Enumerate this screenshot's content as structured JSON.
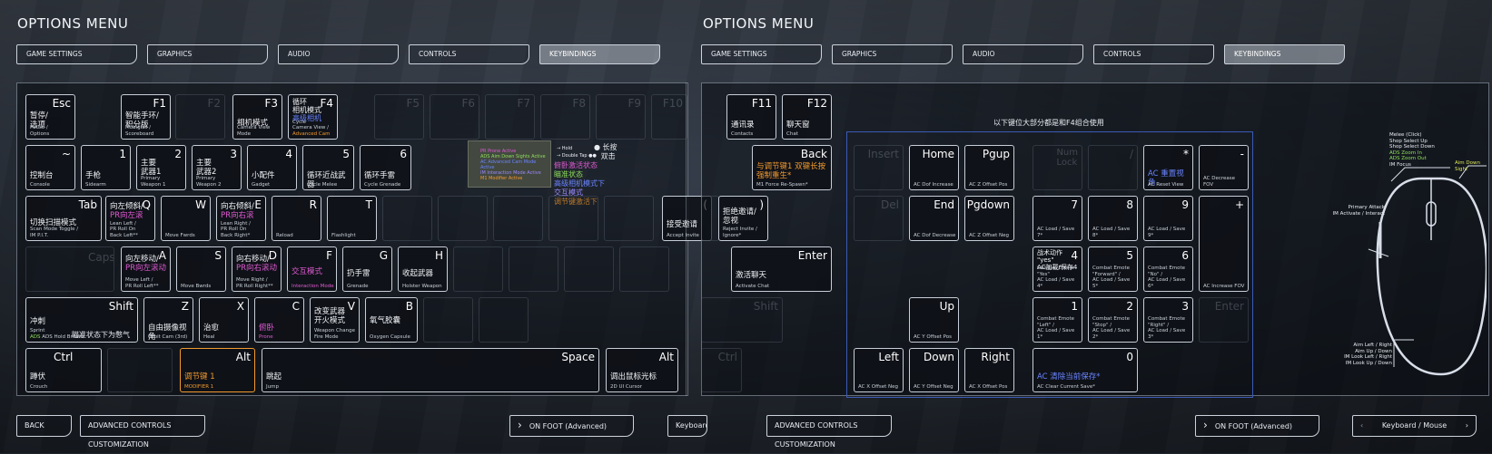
{
  "left": {
    "title": "OPTIONS MENU",
    "tabs": [
      "GAME SETTINGS",
      "GRAPHICS",
      "AUDIO",
      "CONTROLS",
      "KEYBINDINGS"
    ],
    "active_tab": "KEYBINDINGS",
    "legend": {
      "lines": [
        "PR Prone Active",
        "ADS Aim Down Sights Active",
        "AC Advanced Cam Mode Active",
        "IM Interaction Mode Active",
        "M1 Modifier Active"
      ],
      "hold": "Hold",
      "double_tap": "Double Tap",
      "hold_zh": "长按",
      "double_zh": "双击",
      "zh_lines": [
        "俯卧激活状态",
        "瞄准状态",
        "高级相机模式下",
        "交互模式",
        "调节键激活下"
      ]
    },
    "bottom": {
      "back": "BACK",
      "advanced": "ADVANCED CONTROLS CUSTOMIZATION",
      "mode": "ON FOOT (Advanced)",
      "device": "Keyboard / Mouse"
    }
  },
  "right": {
    "title": "OPTIONS MENU",
    "tabs": [
      "GAME SETTINGS",
      "GRAPHICS",
      "AUDIO",
      "CONTROLS",
      "KEYBINDINGS"
    ],
    "active_tab": "KEYBINDINGS",
    "note": "以下键位大部分都是和F4组合使用",
    "bottom": {
      "advanced": "ADVANCED CONTROLS CUSTOMIZATION",
      "mode": "ON FOOT (Advanced)",
      "device": "Keyboard / Mouse"
    },
    "mouse": {
      "top_lines": [
        "Melee (Click)",
        "Shop Select Up",
        "Shop Select Down",
        "ADS Zoom In",
        "ADS Zoom Out",
        "IM Focus"
      ],
      "aim": "Aim Down Sight",
      "primary": "Primary Attack",
      "activate": "IM Activate / Interact",
      "bottom_lines": [
        "Aim Left / Right",
        "Aim Up / Down",
        "IM Look Left / Right",
        "IM Look Up / Down"
      ]
    }
  },
  "keys": {
    "esc": {
      "l": "Esc",
      "zh": "暂停/\n选项",
      "en": "Pause /\nOptions"
    },
    "f1": {
      "l": "F1",
      "zh": "智能手环/\n积分版",
      "en": "Mobiglas /\nScoreboard"
    },
    "f2": {
      "l": "F2"
    },
    "f3": {
      "l": "F3",
      "zh": "相机模式",
      "en": "Camera View\nMode"
    },
    "f4": {
      "l": "F4",
      "zh": "循环\n相机模式",
      "zh2": "高级相机",
      "en": "Cycle\nCamera View /",
      "en2": "Advanced Cam"
    },
    "f5": {
      "l": "F5"
    },
    "f6": {
      "l": "F6"
    },
    "f7": {
      "l": "F7"
    },
    "f8": {
      "l": "F8"
    },
    "f9": {
      "l": "F9"
    },
    "f10": {
      "l": "F10"
    },
    "grave": {
      "l": "~",
      "zh": "控制台",
      "en": "Console"
    },
    "k1": {
      "l": "1",
      "zh": "手枪",
      "en": "Sidearm"
    },
    "k2": {
      "l": "2",
      "zh": "主要\n武器1",
      "en": "Primary\nWeapon 1"
    },
    "k3": {
      "l": "3",
      "zh": "主要\n武器2",
      "en": "Primary\nWeapon 2"
    },
    "k4": {
      "l": "4",
      "zh": "小配件",
      "en": "Gadget"
    },
    "k5": {
      "l": "5",
      "zh": "循环近战武器",
      "en": "Cycle Melee"
    },
    "k6": {
      "l": "6",
      "zh": "循环手雷",
      "en": "Cycle Grenade"
    },
    "tab": {
      "l": "Tab",
      "zh": "切换扫描模式",
      "en": "Scan Mode Toggle /",
      "en2": "IM P.I.T."
    },
    "q": {
      "l": "Q",
      "zh": "向左倾斜/",
      "zh2": "PR向左滚",
      "en": "Lean Left /",
      "en2": "PR Roll On\nBack Left**"
    },
    "w": {
      "l": "W",
      "en": "Move Fwrds"
    },
    "e": {
      "l": "E",
      "zh": "向右倾斜/",
      "zh2": "PR向右滚",
      "en": "Lean Right /",
      "en2": "PR Roll On\nBack Right*"
    },
    "r": {
      "l": "R",
      "en": "Reload"
    },
    "t": {
      "l": "T",
      "en": "Flashlight"
    },
    "caps": {
      "l": "Caps"
    },
    "a": {
      "l": "A",
      "zh": "向左移动/",
      "zh2": "PR向左滚动",
      "en": "Move Left /",
      "en2": "PR Roll Left**"
    },
    "s": {
      "l": "S",
      "en": "Move Bwrds"
    },
    "d": {
      "l": "D",
      "zh": "向右移动/",
      "zh2": "PR向右滚动",
      "en": "Move Right /",
      "en2": "PR Roll Right**"
    },
    "f": {
      "l": "F",
      "zh2": "交互模式",
      "en2": "Interaction Mode"
    },
    "g": {
      "l": "G",
      "zh": "扔手雷",
      "en": "Grenade"
    },
    "h": {
      "l": "H",
      "zh": "收起武器",
      "en": "Holster Weapon"
    },
    "shift": {
      "l": "Shift",
      "zh": "冲刺",
      "en": "Sprint",
      "en2": "ADS Hold Breath",
      "zh3": "瞄准状态下为憋气"
    },
    "z": {
      "l": "Z",
      "zh": "自由摄像视角",
      "en": "Orbit Cam (3rd)"
    },
    "x": {
      "l": "X",
      "zh": "治愈",
      "en": "Heal"
    },
    "c": {
      "l": "C",
      "zh2": "俯卧",
      "en2": "Prone"
    },
    "v": {
      "l": "V",
      "zh": "改变武器\n开火模式",
      "en": "Weapon Change\nFire Mode"
    },
    "b": {
      "l": "B",
      "zh": "氧气胶囊",
      "en": "Oxygen Capsule"
    },
    "ctrl": {
      "l": "Ctrl",
      "zh": "蹲伏",
      "en": "Crouch"
    },
    "alt": {
      "l": "Alt",
      "zh2": "调节键 1",
      "en2": "MODIFIER 1"
    },
    "space": {
      "l": "Space",
      "zh": "跳起",
      "en": "Jump"
    },
    "ralt": {
      "l": "Alt",
      "zh": "调出鼠标光标",
      "en": "2D UI Cursor"
    },
    "bracket_l": {
      "l": "(",
      "zh": "接受邀请",
      "en": "Accept Invite"
    },
    "f11": {
      "l": "F11",
      "zh": "通讯录",
      "en": "Contacts"
    },
    "f12": {
      "l": "F12",
      "zh": "聊天窗",
      "en": "Chat"
    },
    "back": {
      "l": "Back",
      "zh": "与调节键1 双键长按\n强制重生*",
      "en": "M1 Force Re-Spawn*"
    },
    "bracket_r": {
      "l": ")",
      "zh": "拒绝邀请/\n忽视",
      "en": "Reject Invite /\nIgnore*"
    },
    "enter": {
      "l": "Enter",
      "zh": "激活聊天",
      "en": "Activate Chat"
    },
    "insert": {
      "l": "Insert"
    },
    "del": {
      "l": "Del"
    },
    "shift_r": {
      "l": "Shift"
    },
    "ctrl_r": {
      "l": "Ctrl"
    },
    "enter_r": {
      "l": "Enter"
    },
    "home": {
      "l": "Home",
      "en": "AC Dof Increase"
    },
    "pgup": {
      "l": "Pgup",
      "en": "AC Z Offset Pos"
    },
    "end": {
      "l": "End",
      "en": "AC Dof Decrease"
    },
    "pgdown": {
      "l": "Pgdown",
      "en": "AC Z Offset Neg"
    },
    "up": {
      "l": "Up",
      "en": "AC Y Offset Pos"
    },
    "left": {
      "l": "Left",
      "en": "AC X Offset Neg"
    },
    "down": {
      "l": "Down",
      "en": "AC Y Offset Neg"
    },
    "right": {
      "l": "Right",
      "en": "AC X Offset Pos"
    },
    "numlock": {
      "l": "Num\nLock"
    },
    "ndiv": {
      "l": "/"
    },
    "nmul": {
      "l": "*",
      "zh": "AC 重置视角",
      "en": "AC Reset View"
    },
    "nminus": {
      "l": "-",
      "en": "AC Decrease FOV"
    },
    "n7": {
      "l": "7",
      "en": "AC Load / Save 7*"
    },
    "n8": {
      "l": "8",
      "en": "AC Load / Save 8*"
    },
    "n9": {
      "l": "9",
      "en": "AC Load / Save 9*"
    },
    "nplus": {
      "l": "+",
      "en": "AC Increase FOV"
    },
    "n4": {
      "l": "4",
      "zh": "战术动作\n\"yes\"\nAC加载/保存4",
      "en": "Combat Emote\n\"Yes\"",
      "en2": "AC Load / Save 4*"
    },
    "n5": {
      "l": "5",
      "en": "Combat Emote\n\"Forward\" /",
      "en2": "AC Load / Save 5*"
    },
    "n6": {
      "l": "6",
      "en": "Combat Emote\n\"No\" /",
      "en2": "AC Load / Save 6*"
    },
    "n1": {
      "l": "1",
      "en": "Combat Emote\n\"Left\" /",
      "en2": "AC Load / Save 1*"
    },
    "n2": {
      "l": "2",
      "en": "Combat Emote\n\"Stop\" /",
      "en2": "AC Load / Save 2*"
    },
    "n3": {
      "l": "3",
      "en": "Combat Emote\n\"Right\" /",
      "en2": "AC Load / Save 3*"
    },
    "n0": {
      "l": "0",
      "zh": "AC 清除当前保存*",
      "en": "AC Clear Current Save*"
    }
  }
}
